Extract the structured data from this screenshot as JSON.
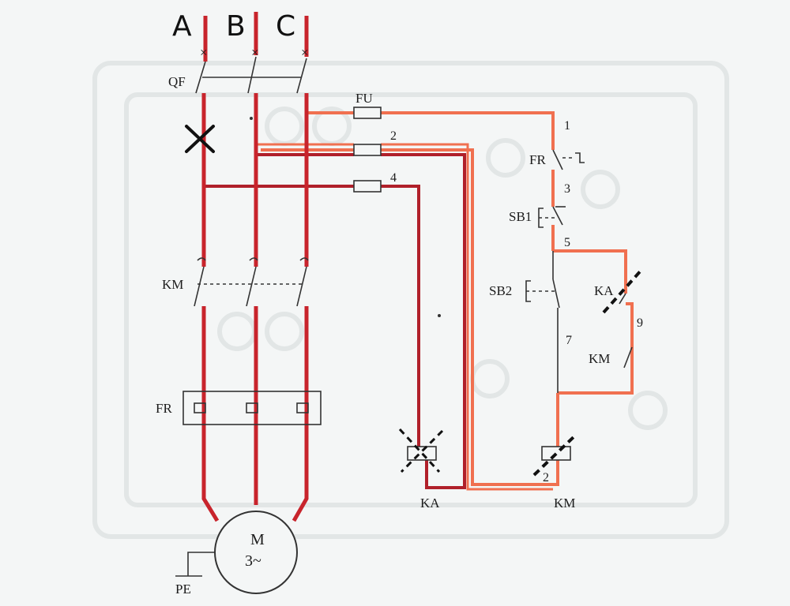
{
  "phases": {
    "a": "A",
    "b": "B",
    "c": "C"
  },
  "labels": {
    "qf": "QF",
    "fu": "FU",
    "km_main": "KM",
    "fr_main": "FR",
    "fr_ctrl": "FR",
    "sb1": "SB1",
    "sb2": "SB2",
    "ka_contact": "KA",
    "km_contact": "KM",
    "ka_coil": "KA",
    "km_coil": "KM",
    "pe": "PE",
    "motor_m": "M",
    "motor_phase": "3~"
  },
  "wire_numbers": {
    "n1": "1",
    "n2_fuse": "2",
    "n4_fuse": "4",
    "n3": "3",
    "n5": "5",
    "n7": "7",
    "n9": "9",
    "n2_coil": "2"
  },
  "colors": {
    "power_wire": "#c8242c",
    "power_wire_dark": "#b0202a",
    "control_wire": "#f07050",
    "linework": "#333333",
    "fault_mark": "#111111"
  },
  "icons": {
    "fault_mark_phase_a": "x-mark-icon",
    "fault_mark_ka_coil": "dashed-x-mark-icon",
    "fault_mark_ka_contact": "dashed-slash-icon",
    "fault_mark_km_coil": "dashed-slash-icon"
  }
}
